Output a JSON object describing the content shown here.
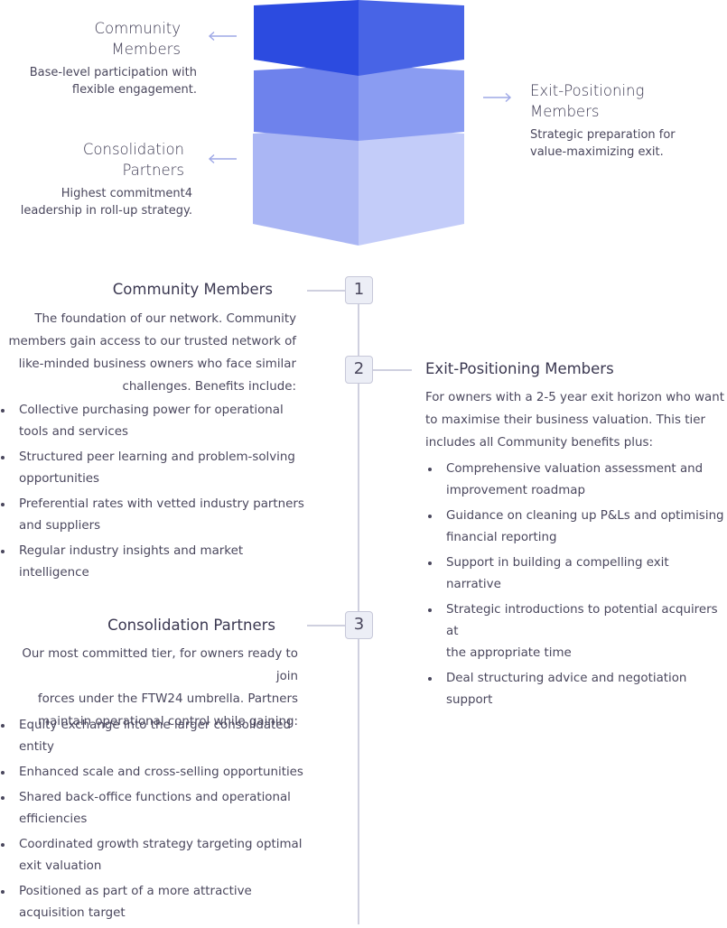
{
  "pyramid": {
    "community": {
      "title_line1": "Community",
      "title_line2": "Members",
      "desc_line1": "Base-level participation with",
      "desc_line2": "flexible engagement."
    },
    "exit": {
      "title_line1": "Exit-Positioning",
      "title_line2": "Members",
      "desc_line1": "Strategic preparation for",
      "desc_line2": "value-maximizing exit."
    },
    "consolidation": {
      "title_line1": "Consolidation",
      "title_line2": "Partners",
      "desc_line1": "Highest commitment4",
      "desc_line2": "leadership in roll-up strategy."
    },
    "colors": {
      "top": "#3150e2",
      "middle": "#7387ee",
      "bottom": "#b2bdf6"
    }
  },
  "timeline": {
    "steps": [
      {
        "number": "1",
        "title": "Community Members",
        "body_lines": [
          "The foundation of our network. Community",
          "members gain access to our trusted network of",
          "like-minded business owners who face similar",
          "challenges. Benefits include:"
        ],
        "bullets": [
          [
            "Collective purchasing power for operational",
            "tools and services"
          ],
          [
            "Structured peer learning and problem-solving",
            "opportunities"
          ],
          [
            "Preferential rates with vetted industry partners",
            "and suppliers"
          ],
          [
            "Regular industry insights and market",
            "intelligence"
          ]
        ]
      },
      {
        "number": "2",
        "title": "Exit-Positioning Members",
        "body_lines": [
          "For owners with a 2-5 year exit horizon who want",
          "to maximise their business valuation. This tier",
          "includes all Community benefits plus:"
        ],
        "bullets": [
          [
            "Comprehensive valuation assessment and",
            "improvement roadmap"
          ],
          [
            "Guidance on cleaning up P&Ls and optimising",
            "financial reporting"
          ],
          [
            "Support in building a compelling exit narrative"
          ],
          [
            "Strategic introductions to potential acquirers at",
            "the appropriate time"
          ],
          [
            "Deal structuring advice and negotiation",
            "support"
          ]
        ]
      },
      {
        "number": "3",
        "title": "Consolidation Partners",
        "body_lines": [
          "Our most committed tier, for owners ready to join",
          "forces under the FTW24 umbrella. Partners",
          "maintain operational control while gaining:"
        ],
        "bullets": [
          [
            "Equity exchange into the larger consolidated",
            "entity"
          ],
          [
            "Enhanced scale and cross-selling opportunities"
          ],
          [
            "Shared back-office functions and operational",
            "efficiencies"
          ],
          [
            "Coordinated growth strategy targeting optimal",
            "exit valuation"
          ],
          [
            "Positioned as part of a more attractive",
            "acquisition target"
          ]
        ]
      }
    ]
  }
}
